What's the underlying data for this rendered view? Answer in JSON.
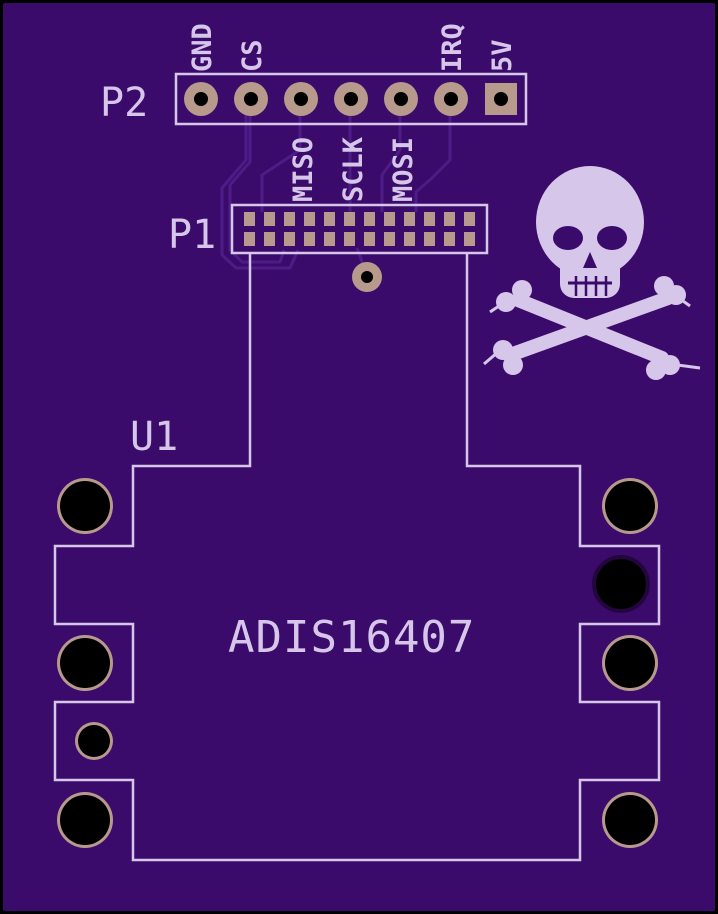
{
  "board": {
    "colors": {
      "outline": "#000000",
      "substrate": "#3b0b6b",
      "trace": "#4d1c86",
      "silkscreen": "#d6c6ea",
      "copper_pad": "#b79a8c",
      "drill": "#000000"
    }
  },
  "p2": {
    "designator": "P2",
    "pins": [
      {
        "label": "GND",
        "pad_shape": "round"
      },
      {
        "label": "CS",
        "pad_shape": "round"
      },
      {
        "label": "",
        "pad_shape": "round"
      },
      {
        "label": "",
        "pad_shape": "round"
      },
      {
        "label": "",
        "pad_shape": "round"
      },
      {
        "label": "IRQ",
        "pad_shape": "round"
      },
      {
        "label": "5V",
        "pad_shape": "square"
      }
    ]
  },
  "p1": {
    "designator": "P1",
    "signal_labels": [
      "MISO",
      "SCLK",
      "MOSI"
    ],
    "pad_columns": 12,
    "pad_rows": 2
  },
  "u1": {
    "designator": "U1",
    "part_name": "ADIS16407"
  },
  "graphics": {
    "skull_icon": "skull-and-crossbones-icon"
  }
}
